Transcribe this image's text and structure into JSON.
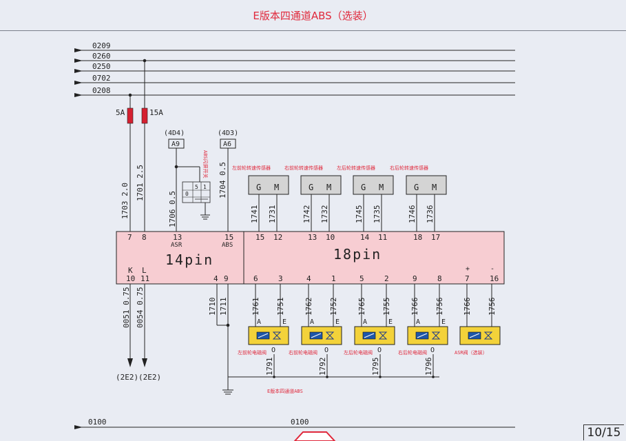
{
  "title": "E版本四通道ABS（选装）",
  "page_number": "10/15",
  "buses": [
    "0209",
    "0260",
    "0250",
    "0702",
    "0208"
  ],
  "bottom_bus": {
    "left": "0100",
    "mid": "0100"
  },
  "fuses": [
    {
      "label": "5A"
    },
    {
      "label": "15A"
    }
  ],
  "connectors": {
    "a9": "A9",
    "a6": "A6",
    "ref_a9": "(4D4)",
    "ref_a6": "(4D3)"
  },
  "switch_label": "ABS闪屏开关",
  "left_wires": {
    "w1703": "1703 2.0",
    "w1701": "1701 2.5",
    "w1706": "1706 0.5",
    "w1704": "1704 0.5",
    "w1710": "1710",
    "w1711": "1711",
    "w0051": "0051 0.75",
    "w0054": "0054 0.75"
  },
  "left_connector": {
    "name": "14pin",
    "pins": {
      "p7": "7",
      "p8": "8",
      "p13": "13",
      "p15": "15",
      "pK": "K",
      "pL": "L",
      "p10": "10",
      "p11": "11",
      "p4": "4",
      "p9": "9"
    },
    "asr": "ASR",
    "abs": "ABS"
  },
  "right_connector": {
    "name": "18pin"
  },
  "sensors": [
    {
      "label": "左前轮转速传感器",
      "g": "G",
      "m": "M",
      "w1": "1741",
      "w2": "1731",
      "pa": "15",
      "pb": "12"
    },
    {
      "label": "右前轮转速传感器",
      "g": "G",
      "m": "M",
      "w1": "1742",
      "w2": "1732",
      "pa": "13",
      "pb": "10"
    },
    {
      "label": "左后轮转速传感器",
      "g": "G",
      "m": "M",
      "w1": "1745",
      "w2": "1735",
      "pa": "14",
      "pb": "11"
    },
    {
      "label": "右后轮转速传感器",
      "g": "G",
      "m": "M",
      "w1": "1746",
      "w2": "1736",
      "pa": "18",
      "pb": "17"
    }
  ],
  "valves": [
    {
      "label": "左前轮电磁阀",
      "pa": "6",
      "pb": "3",
      "w1": "1761",
      "w2": "1751",
      "a": "A",
      "e": "E",
      "o": "O",
      "ground": "1791"
    },
    {
      "label": "右前轮电磁阀",
      "pa": "4",
      "pb": "1",
      "w1": "1762",
      "w2": "1752",
      "a": "A",
      "e": "E",
      "o": "O",
      "ground": "1792"
    },
    {
      "label": "左后轮电磁阀",
      "pa": "5",
      "pb": "2",
      "w1": "1765",
      "w2": "1755",
      "a": "A",
      "e": "E",
      "o": "O",
      "ground": "1795"
    },
    {
      "label": "右后轮电磁阀",
      "pa": "9",
      "pb": "8",
      "w1": "1766",
      "w2": "1756",
      "a": "A",
      "e": "E",
      "o": "O",
      "ground": "1796"
    },
    {
      "label": "ASR阀（选装）",
      "pa": "7",
      "pb": "16",
      "w1": "1766",
      "w2": "1756",
      "plus": "+",
      "minus": "-"
    }
  ],
  "destinations": {
    "d1": "(2E2)",
    "d2": "(2E2)"
  },
  "footer_label": "E版本四通道ABS",
  "colors": {
    "title": "#e0283b",
    "connector_fill": "#f7cdd2",
    "valve_fill": "#f3d23a",
    "fuse": "#d52030",
    "sensor_fill": "#d4d4d4"
  }
}
